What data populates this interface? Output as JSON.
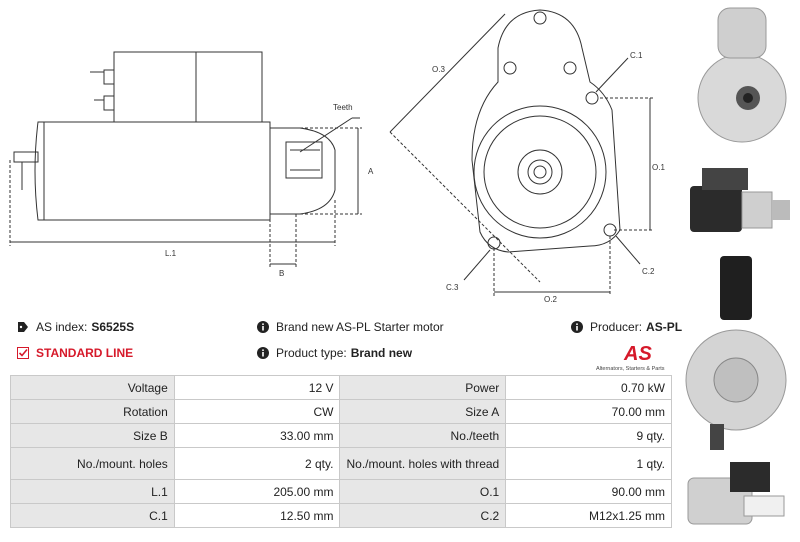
{
  "drawing": {
    "labels": {
      "teeth": "Teeth",
      "a": "A",
      "b": "B",
      "l1": "L.1",
      "o1": "O.1",
      "o2": "O.2",
      "o3": "O.3",
      "c1": "C.1",
      "c2": "C.2",
      "c3": "C.3"
    }
  },
  "info": {
    "as_index_label": "AS index:",
    "as_index_value": "S6525S",
    "standard_line": "STANDARD LINE",
    "brand_label": "Brand new AS-PL Starter motor",
    "product_type_label": "Product type:",
    "product_type_value": "Brand new",
    "producer_label": "Producer:",
    "producer_value": "AS-PL"
  },
  "logo": {
    "mark": "AS",
    "tagline": "Alternators, Starters & Parts",
    "color": "#d6192a"
  },
  "specs": [
    [
      "Voltage",
      "12 V",
      "Power",
      "0.70 kW"
    ],
    [
      "Rotation",
      "CW",
      "Size A",
      "70.00 mm"
    ],
    [
      "Size B",
      "33.00 mm",
      "No./teeth",
      "9 qty."
    ],
    [
      "No./mount. holes",
      "2 qty.",
      "No./mount. holes with thread",
      "1 qty."
    ],
    [
      "L.1",
      "205.00 mm",
      "O.1",
      "90.00 mm"
    ],
    [
      "C.1",
      "12.50 mm",
      "C.2",
      "M12x1.25 mm"
    ]
  ],
  "icons": [
    "tag-icon",
    "checkbox-icon",
    "info-icon"
  ],
  "colors": {
    "accent": "#d6192a",
    "table_label_bg": "#e7e7e7",
    "border": "#c9c9c9"
  }
}
